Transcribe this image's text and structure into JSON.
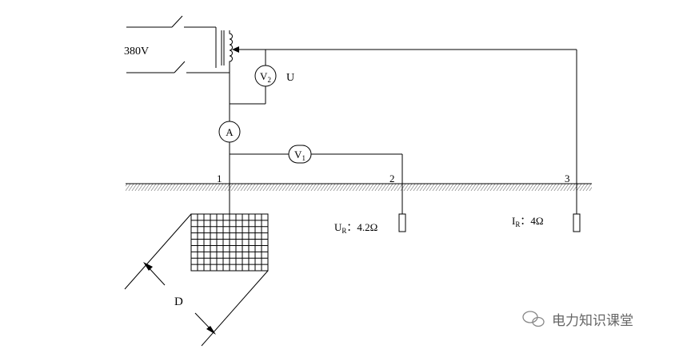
{
  "labels": {
    "supply": "380V",
    "u_label": "U",
    "d_label": "D",
    "point1": "1",
    "point2": "2",
    "point3": "3"
  },
  "instruments": {
    "v2": {
      "main": "V",
      "sub": "2"
    },
    "a": {
      "main": "A"
    },
    "v1": {
      "main": "V",
      "sub": "1"
    }
  },
  "probe_labels": {
    "ur": {
      "main": "U",
      "sub": "R",
      "value": "：4.2Ω"
    },
    "ir": {
      "main": "I",
      "sub": "R",
      "value": "：4Ω"
    }
  },
  "watermark": {
    "text": "电力知识课堂"
  },
  "icons": [
    "wechat-icon",
    "ammeter-icon",
    "voltmeter-icon",
    "autotransformer-icon",
    "electrode-icon",
    "ground-grid-icon"
  ]
}
